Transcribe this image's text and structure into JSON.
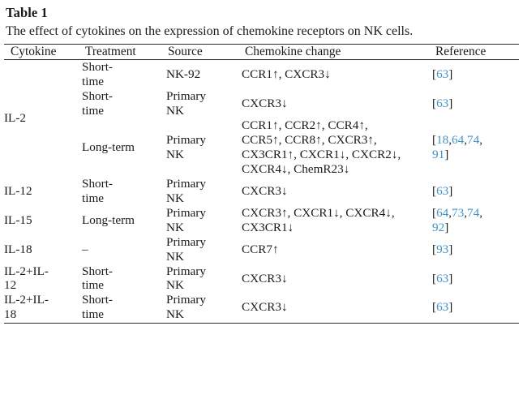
{
  "caption": {
    "label": "Table 1",
    "text": "The effect of cytokines on the expression of chemokine receptors on NK cells."
  },
  "colors": {
    "reference_link": "#3a94d6",
    "text": "#1a1a1a",
    "rule": "#2b2b2b",
    "background": "#ffffff"
  },
  "table": {
    "headers": {
      "cytokine": "Cytokine",
      "treatment": "Treatment",
      "source": "Source",
      "chemokine_change": "Chemokine change",
      "reference": "Reference"
    },
    "rows": [
      {
        "cytokine": "IL-2",
        "cytokine_rowspan": 3,
        "treatment_lines": [
          "Short-",
          "time"
        ],
        "source_lines": [
          "NK-92"
        ],
        "chemokine_lines": [
          "CCR1↑, CXCR3↓"
        ],
        "reference_lines": [
          "[63]"
        ],
        "reference_numbers": [
          "63"
        ]
      },
      {
        "cytokine": null,
        "treatment_lines": [
          "Short-",
          "time"
        ],
        "source_lines": [
          "Primary",
          "NK"
        ],
        "chemokine_lines": [
          "CXCR3↓"
        ],
        "reference_lines": [
          "[63]"
        ],
        "reference_numbers": [
          "63"
        ]
      },
      {
        "cytokine": null,
        "treatment_lines": [
          "Long-term"
        ],
        "source_lines": [
          "Primary",
          "NK"
        ],
        "chemokine_lines": [
          "CCR1↑, CCR2↑, CCR4↑,",
          "CCR5↑, CCR8↑, CXCR3↑,",
          "CX3CR1↑, CXCR1↓, CXCR2↓,",
          "CXCR4↓, ChemR23↓"
        ],
        "reference_lines": [
          "[18,64,74,",
          "91]"
        ],
        "reference_numbers": [
          "18",
          "64",
          "74",
          "91"
        ]
      },
      {
        "cytokine": "IL-12",
        "cytokine_rowspan": 1,
        "treatment_lines": [
          "Short-",
          "time"
        ],
        "source_lines": [
          "Primary",
          "NK"
        ],
        "chemokine_lines": [
          "CXCR3↓"
        ],
        "reference_lines": [
          "[63]"
        ],
        "reference_numbers": [
          "63"
        ]
      },
      {
        "cytokine": "IL-15",
        "cytokine_rowspan": 1,
        "treatment_lines": [
          "Long-term"
        ],
        "source_lines": [
          "Primary",
          "NK"
        ],
        "chemokine_lines": [
          "CXCR3↑, CXCR1↓, CXCR4↓,",
          "CX3CR1↓"
        ],
        "reference_lines": [
          "[64,73,74,",
          "92]"
        ],
        "reference_numbers": [
          "64",
          "73",
          "74",
          "92"
        ]
      },
      {
        "cytokine": "IL-18",
        "cytokine_rowspan": 1,
        "treatment_lines": [
          "–"
        ],
        "source_lines": [
          "Primary",
          "NK"
        ],
        "chemokine_lines": [
          "CCR7↑"
        ],
        "reference_lines": [
          "[93]"
        ],
        "reference_numbers": [
          "93"
        ]
      },
      {
        "cytokine": "IL-2+IL-12",
        "cytokine_lines": [
          "IL-2+IL-",
          "12"
        ],
        "cytokine_rowspan": 1,
        "treatment_lines": [
          "Short-",
          "time"
        ],
        "source_lines": [
          "Primary",
          "NK"
        ],
        "chemokine_lines": [
          "CXCR3↓"
        ],
        "reference_lines": [
          "[63]"
        ],
        "reference_numbers": [
          "63"
        ]
      },
      {
        "cytokine": "IL-2+IL-18",
        "cytokine_lines": [
          "IL-2+IL-",
          "18"
        ],
        "cytokine_rowspan": 1,
        "treatment_lines": [
          "Short-",
          "time"
        ],
        "source_lines": [
          "Primary",
          "NK"
        ],
        "chemokine_lines": [
          "CXCR3↓"
        ],
        "reference_lines": [
          "[63]"
        ],
        "reference_numbers": [
          "63"
        ]
      }
    ]
  }
}
